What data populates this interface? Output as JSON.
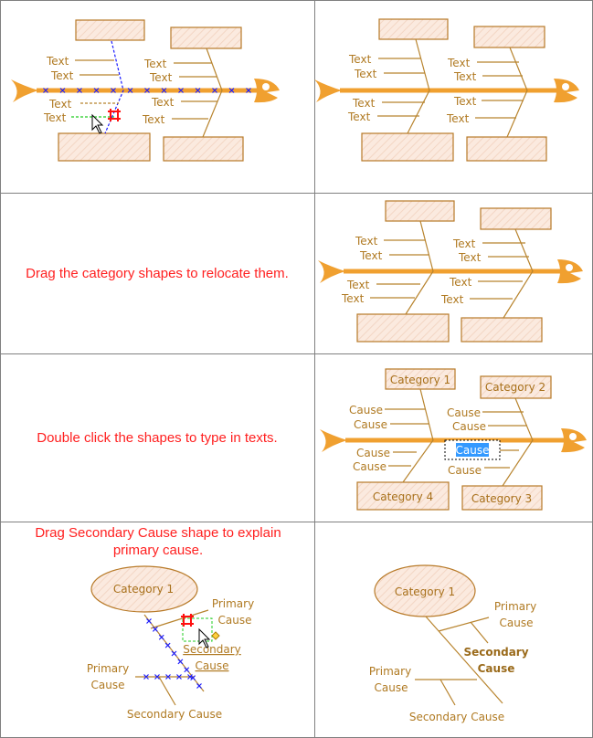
{
  "colors": {
    "spine": "#f0a030",
    "bone": "#b8842e",
    "shape_fill": "#fbeadf",
    "label": "#b07a22",
    "instruction": "#ff2020",
    "selection": "#3399ff"
  },
  "panel1": {
    "labels": [
      "Text",
      "Text",
      "Text",
      "Text",
      "Text",
      "Text",
      "Text",
      "Text"
    ]
  },
  "panel2": {
    "labels": [
      "Text",
      "Text",
      "Text",
      "Text",
      "Text",
      "Text",
      "Text",
      "Text"
    ]
  },
  "panel3": {
    "instruction": "Drag the category shapes to relocate them."
  },
  "panel4": {
    "labels": [
      "Text",
      "Text",
      "Text",
      "Text",
      "Text",
      "Text",
      "Text",
      "Text"
    ]
  },
  "panel5": {
    "instruction": "Double click the shapes to type in texts."
  },
  "panel6": {
    "categories": [
      "Category 1",
      "Category 2",
      "Category 3",
      "Category 4"
    ],
    "causes": [
      "Cause",
      "Cause",
      "Cause",
      "Cause",
      "Cause",
      "Cause",
      "Cause",
      "Cause"
    ],
    "editing_cause": "Cause"
  },
  "panel7": {
    "instruction_line1": "Drag Secondary Cause shape to explain",
    "instruction_line2": "primary cause.",
    "category": "Category 1",
    "primary_cause_1": [
      "Primary",
      "Cause"
    ],
    "primary_cause_2": [
      "Primary",
      "Cause"
    ],
    "secondary_dragging": [
      "Secondary",
      "Cause"
    ],
    "secondary_cause": "Secondary Cause"
  },
  "panel8": {
    "category": "Category 1",
    "primary_cause_1": [
      "Primary",
      "Cause"
    ],
    "primary_cause_2": [
      "Primary",
      "Cause"
    ],
    "secondary_attached": [
      "Secondary",
      "Cause"
    ],
    "secondary_cause": "Secondary Cause"
  }
}
